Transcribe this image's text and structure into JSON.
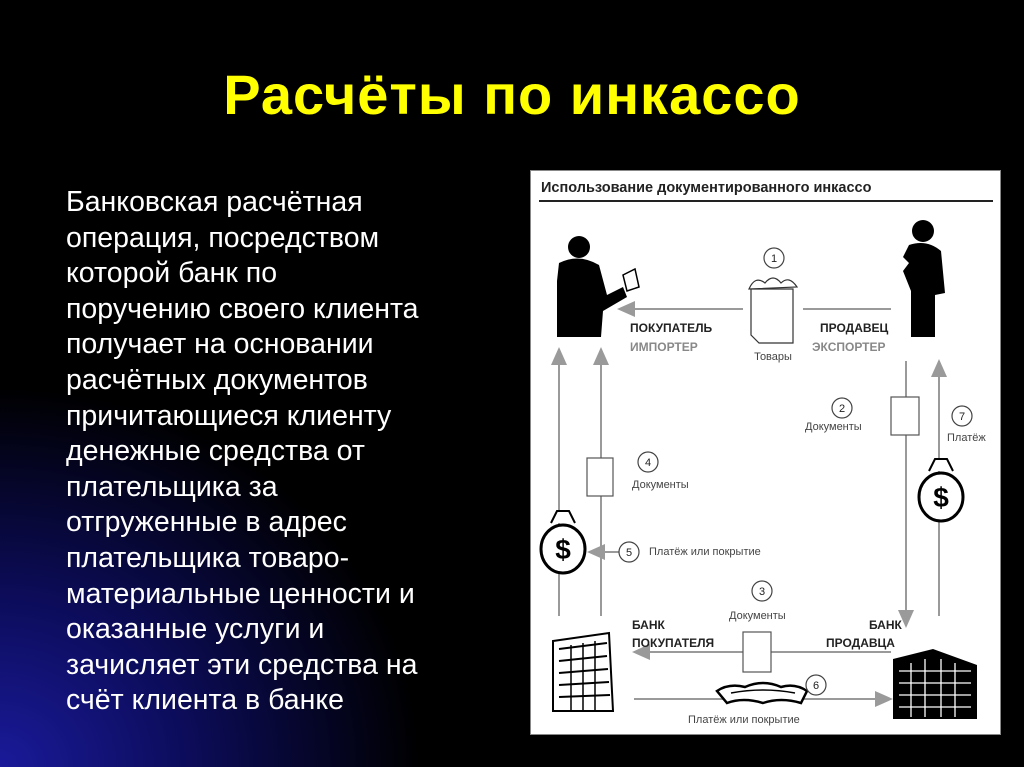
{
  "slide": {
    "title": "Расчёты по инкассо",
    "body_lines": [
      "Банковская расчётная",
      "операция, посредством",
      "которой банк по",
      "поручению своего клиента",
      "получает на основании",
      "расчётных документов",
      "причитающиеся клиенту",
      "денежные средства от",
      "плательщика за",
      "отгруженные в адрес",
      "плательщика товаро-",
      "материальные ценности и",
      "оказанные услуги и",
      "зачисляет эти средства на",
      "счёт клиента в банке"
    ]
  },
  "diagram": {
    "title": "Использование документированного инкассо",
    "buyer": {
      "line1": "ПОКУПАТЕЛЬ",
      "line2": "ИМПОРТЕР"
    },
    "seller": {
      "line1": "ПРОДАВЕЦ",
      "line2": "ЭКСПОРТЕР"
    },
    "bank_buyer": {
      "line1": "БАНК",
      "line2": "ПОКУПАТЕЛЯ"
    },
    "bank_seller": {
      "line1": "БАНК",
      "line2": "ПРОДАВЦА"
    },
    "steps": [
      {
        "num": "1",
        "label": "Товары"
      },
      {
        "num": "2",
        "label": "Документы"
      },
      {
        "num": "3",
        "label": "Документы"
      },
      {
        "num": "4",
        "label": "Документы"
      },
      {
        "num": "5",
        "label": "Платёж или покрытие"
      },
      {
        "num": "6",
        "label": "Платёж или покрытие"
      },
      {
        "num": "7",
        "label": "Платёж"
      }
    ],
    "currency_symbol": "$"
  },
  "colors": {
    "background": "#000000",
    "title": "#ffff00",
    "body_text": "#ffffff",
    "glow": "#1a1a9a",
    "label_gray": "#666666",
    "arrow_gray": "#9a9a9a"
  }
}
